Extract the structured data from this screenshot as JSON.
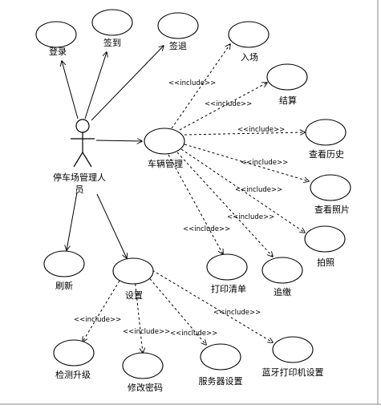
{
  "actor": {
    "label_line1": "停车场管理人",
    "label_line2": "员"
  },
  "use_cases": {
    "login": "登录",
    "checkin": "签到",
    "checkout": "签退",
    "refresh": "刷新",
    "settings": "设置",
    "vehicle": "车辆管理",
    "entry": "入场",
    "settle": "结算",
    "history": "查看历史",
    "photos": "查看照片",
    "photo": "拍照",
    "print": "打印清单",
    "collect": "追缴",
    "upgrade": "检测升级",
    "password": "修改密码",
    "server": "服务器设置",
    "bt_printer": "蓝牙打印机设置"
  },
  "stereotype": "<<include>>"
}
